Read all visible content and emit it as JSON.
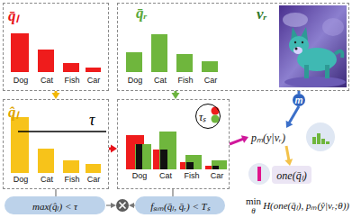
{
  "diagram": {
    "nodes": [
      {
        "text": [
          "q̄ₗ",
          "Dog",
          "Cat",
          "Fish",
          "Car"
        ]
      },
      {
        "text": [
          "q̄ᵣ",
          "Dog",
          "Cat",
          "Fish",
          "Car",
          "vᵣ"
        ]
      },
      {
        "text": [
          "q̂ₗ",
          "τ",
          "Dog",
          "Cat",
          "Fish",
          "Car"
        ]
      },
      {
        "text": [
          "Dog",
          "Cat",
          "Fish",
          "Car"
        ]
      },
      {
        "text": [
          "τₛ"
        ],
        "in": 3
      },
      {
        "text": [
          "m"
        ]
      },
      {
        "text": [
          "pₘ(y|vᵣ)"
        ]
      },
      {
        "text": [
          "one(q̄ₗ)"
        ]
      },
      {
        "text": [
          "max(q̂ₗ) < τ"
        ]
      },
      {
        "text": [
          "fₛᵢₘ(q̄ₗ, q̄ᵣ) < Tₛ"
        ]
      }
    ],
    "edges": [
      {
        "from": 0,
        "to": 2,
        "arrow": "to"
      },
      {
        "from": 1,
        "to": 3,
        "arrow": "to"
      },
      {
        "from": 2,
        "to": 3,
        "arrow": "to"
      },
      {
        "from": 3,
        "to": 6,
        "arrow": "to"
      },
      {
        "from": 1,
        "to": 5,
        "arrow": "none"
      },
      {
        "from": 5,
        "to": 6,
        "arrow": "to"
      },
      {
        "from": 6,
        "to": 7,
        "arrow": "to"
      },
      {
        "from": 2,
        "to": 8,
        "arrow": "none"
      },
      {
        "from": 3,
        "to": 9,
        "arrow": "none"
      }
    ],
    "labels": [
      "min",
      "θ",
      "H(one(q̄ₗ), pₘ(ŷ|vᵣ;θ))"
    ]
  }
}
